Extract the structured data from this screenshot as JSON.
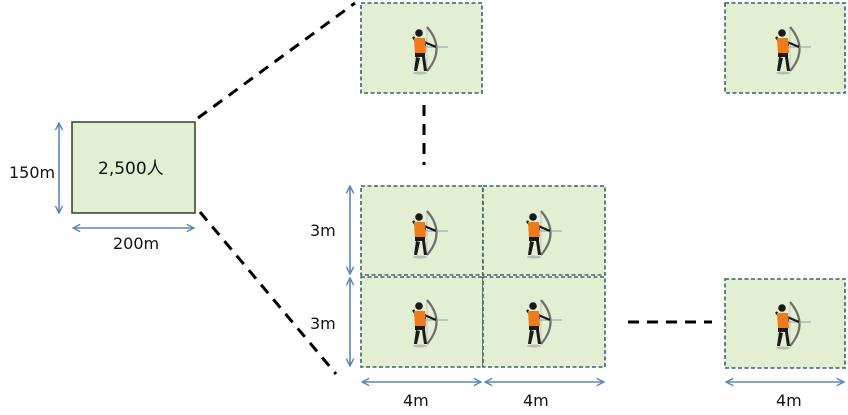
{
  "field": {
    "height_label": "150m",
    "width_label": "200m",
    "capacity_label": "2,500人"
  },
  "cell": {
    "height_label_top": "3m",
    "height_label_bottom": "3m",
    "width_label_first": "4m",
    "width_label_second": "4m",
    "width_label_far": "4m"
  },
  "colors": {
    "cell_fill": "#e3efd2",
    "cell_border": "#3b6363",
    "dimension_arrow": "#5b86b5",
    "connector": "#000000",
    "archer_vest": "#f07b1a",
    "archer_body": "#1a1a1a",
    "bow": "#6f6f6f"
  },
  "icons": {
    "archer": "archer-icon"
  }
}
